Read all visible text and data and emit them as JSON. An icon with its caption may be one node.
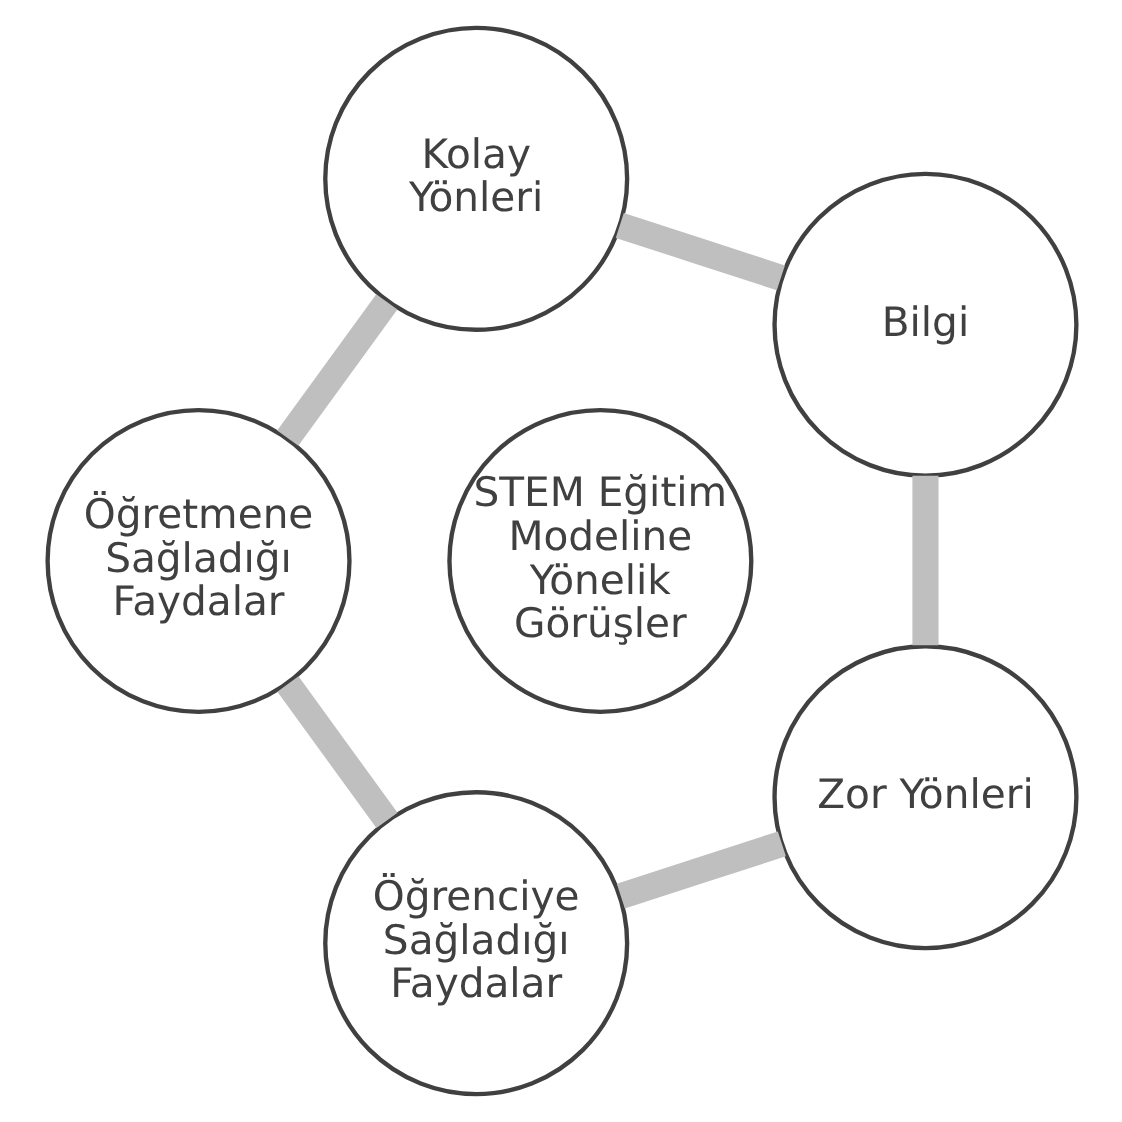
{
  "diagram": {
    "nodes": [
      {
        "text": [
          "Bilgi"
        ]
      },
      {
        "text": [
          "Zor Yönleri"
        ]
      },
      {
        "text": [
          "Kolay Yönleri"
        ]
      },
      {
        "text": [
          "STEM Eğitim Modeline Yönelik Görüşler"
        ]
      },
      {
        "text": [
          "Öğrenciye Sağladığı Faydalar"
        ]
      },
      {
        "text": [
          "Öğretmene Sağladığı Faydalar"
        ]
      }
    ],
    "edges": [
      {
        "from": 0,
        "to": 2,
        "arrow": "none"
      },
      {
        "from": 2,
        "to": 5,
        "arrow": "none"
      },
      {
        "from": 5,
        "to": 4,
        "arrow": "none"
      },
      {
        "from": 4,
        "to": 1,
        "arrow": "none"
      },
      {
        "from": 1,
        "to": 0,
        "arrow": "none"
      }
    ]
  }
}
